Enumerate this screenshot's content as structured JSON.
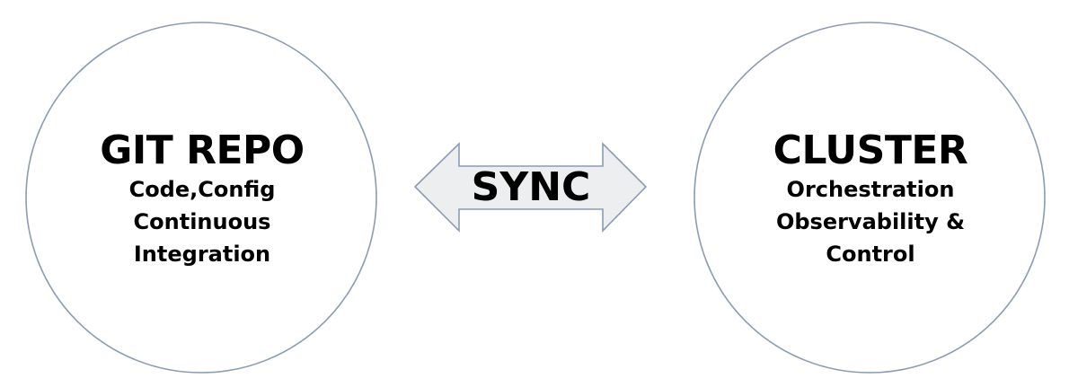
{
  "left_node": {
    "title": "GIT REPO",
    "lines": [
      "Code,Config",
      "Continuous",
      "Integration"
    ]
  },
  "right_node": {
    "title": "CLUSTER",
    "lines": [
      "Orchestration",
      "Observability &",
      "Control"
    ]
  },
  "connector": {
    "label": "SYNC"
  },
  "colors": {
    "outline": "#8a9bb5",
    "arrow_fill": "#eceeef",
    "text": "#000000"
  }
}
